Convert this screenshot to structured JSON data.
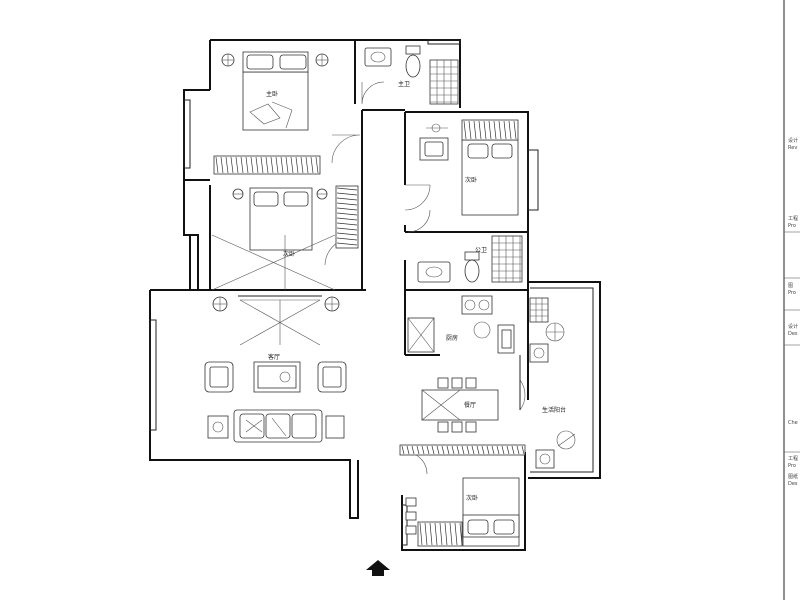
{
  "rooms": {
    "master_bedroom": "主卧",
    "master_bath": "主卫",
    "bedroom_2": "次卧",
    "bedroom_mid": "次卧",
    "guest_bath": "公卫",
    "kitchen": "厨房",
    "living_room": "客厅",
    "dining_room": "餐厅",
    "balcony": "生活阳台",
    "bedroom_3": "次卧"
  },
  "sidebar": {
    "labels": [
      "设计",
      "Rev",
      "工程",
      "Pro",
      "图",
      "Pro",
      "设计",
      "Des",
      "Che",
      "工程",
      "Pro",
      "图纸",
      "Des"
    ]
  },
  "colors": {
    "line": "#111111",
    "background": "#ffffff"
  },
  "icons": [
    "north-arrow-icon",
    "bed-icon",
    "sofa-icon",
    "toilet-icon",
    "washing-machine-icon"
  ]
}
